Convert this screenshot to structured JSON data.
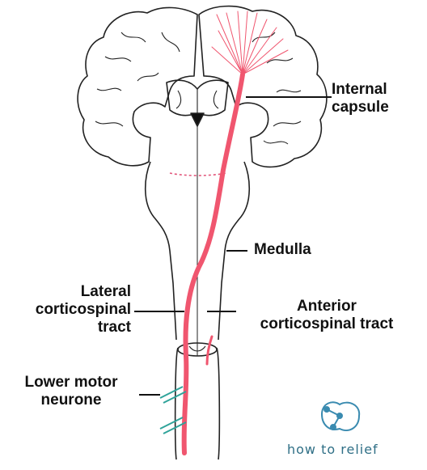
{
  "labels": {
    "internal_capsule": [
      "Internal",
      "capsule"
    ],
    "medulla": "Medulla",
    "lateral_tract": [
      "Lateral",
      "corticospinal",
      "tract"
    ],
    "anterior_tract": [
      "Anterior",
      "corticospinal tract"
    ],
    "lower_motor_neurone": [
      "Lower motor",
      "neurone"
    ]
  },
  "logo": {
    "text": "how to relief"
  },
  "colors": {
    "tract": "#f0566f",
    "outline": "#222222",
    "neuron": "#2fa39a",
    "logo": "#3a8bb0"
  }
}
